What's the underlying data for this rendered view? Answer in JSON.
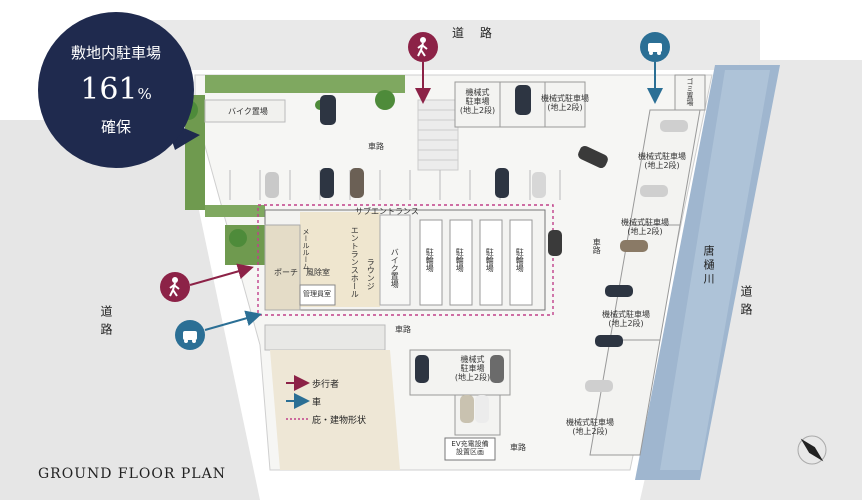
{
  "colors": {
    "badge": "#1f2a4e",
    "pedestrian": "#8c2247",
    "car": "#2b6f95",
    "site_outline": "#c0408a",
    "water": "#9fb6cf",
    "plaza": "#efe6cf",
    "green": "#4e8b3a"
  },
  "badge": {
    "line1": "敷地内駐車場",
    "line2_number": "161",
    "line2_unit": "%",
    "line3": "確保"
  },
  "roads": {
    "top": "道 路",
    "left": "道路",
    "right": "道路"
  },
  "river": "唐樋川",
  "labels": {
    "bike_parking_top": "バイク置場",
    "driveway_top": "車路",
    "driveway_right": "車路",
    "driveway_mid": "車路",
    "driveway_bottom": "車路",
    "garbage": "ゴミ置場",
    "mech_top_left": [
      "機械式",
      "駐車場",
      "(地上2段)"
    ],
    "mech_top_right": [
      "機械式駐車場",
      "(地上2段)"
    ],
    "mech_right_1": [
      "機械式駐車場",
      "(地上2段)"
    ],
    "mech_right_2": [
      "機械式駐車場",
      "(地上2段)"
    ],
    "mech_right_3": [
      "機械式駐車場",
      "(地上2段)"
    ],
    "mech_right_4": [
      "機械式駐車場",
      "(地上2段)"
    ],
    "mech_bottom": [
      "機械式",
      "駐車場",
      "(地上2段)"
    ],
    "sub_entrance": "サブエントランス",
    "entrance_hall": "エントランスホール",
    "porch": "ポーチ",
    "windshield_room": "風除室",
    "lounge": "ラウンジ",
    "bike_parking_building": "バイク置場",
    "mail": "メールルーム",
    "manager": "管理員室",
    "bicycle_1": "駐輪場",
    "bicycle_2": "駐輪場",
    "bicycle_3": "駐輪場",
    "bicycle_4": "駐輪場",
    "ev": [
      "EV充電設備",
      "設置区画"
    ]
  },
  "legend": [
    {
      "label": "歩行者",
      "color": "#8c2247"
    },
    {
      "label": "車",
      "color": "#2b6f95"
    },
    {
      "label": "庇・建物形状",
      "color": "#c0408a"
    }
  ],
  "icons": {
    "pedestrian": "walking-person-icon",
    "car": "car-icon",
    "compass": "north-arrow-icon"
  },
  "title": "GROUND FLOOR PLAN"
}
